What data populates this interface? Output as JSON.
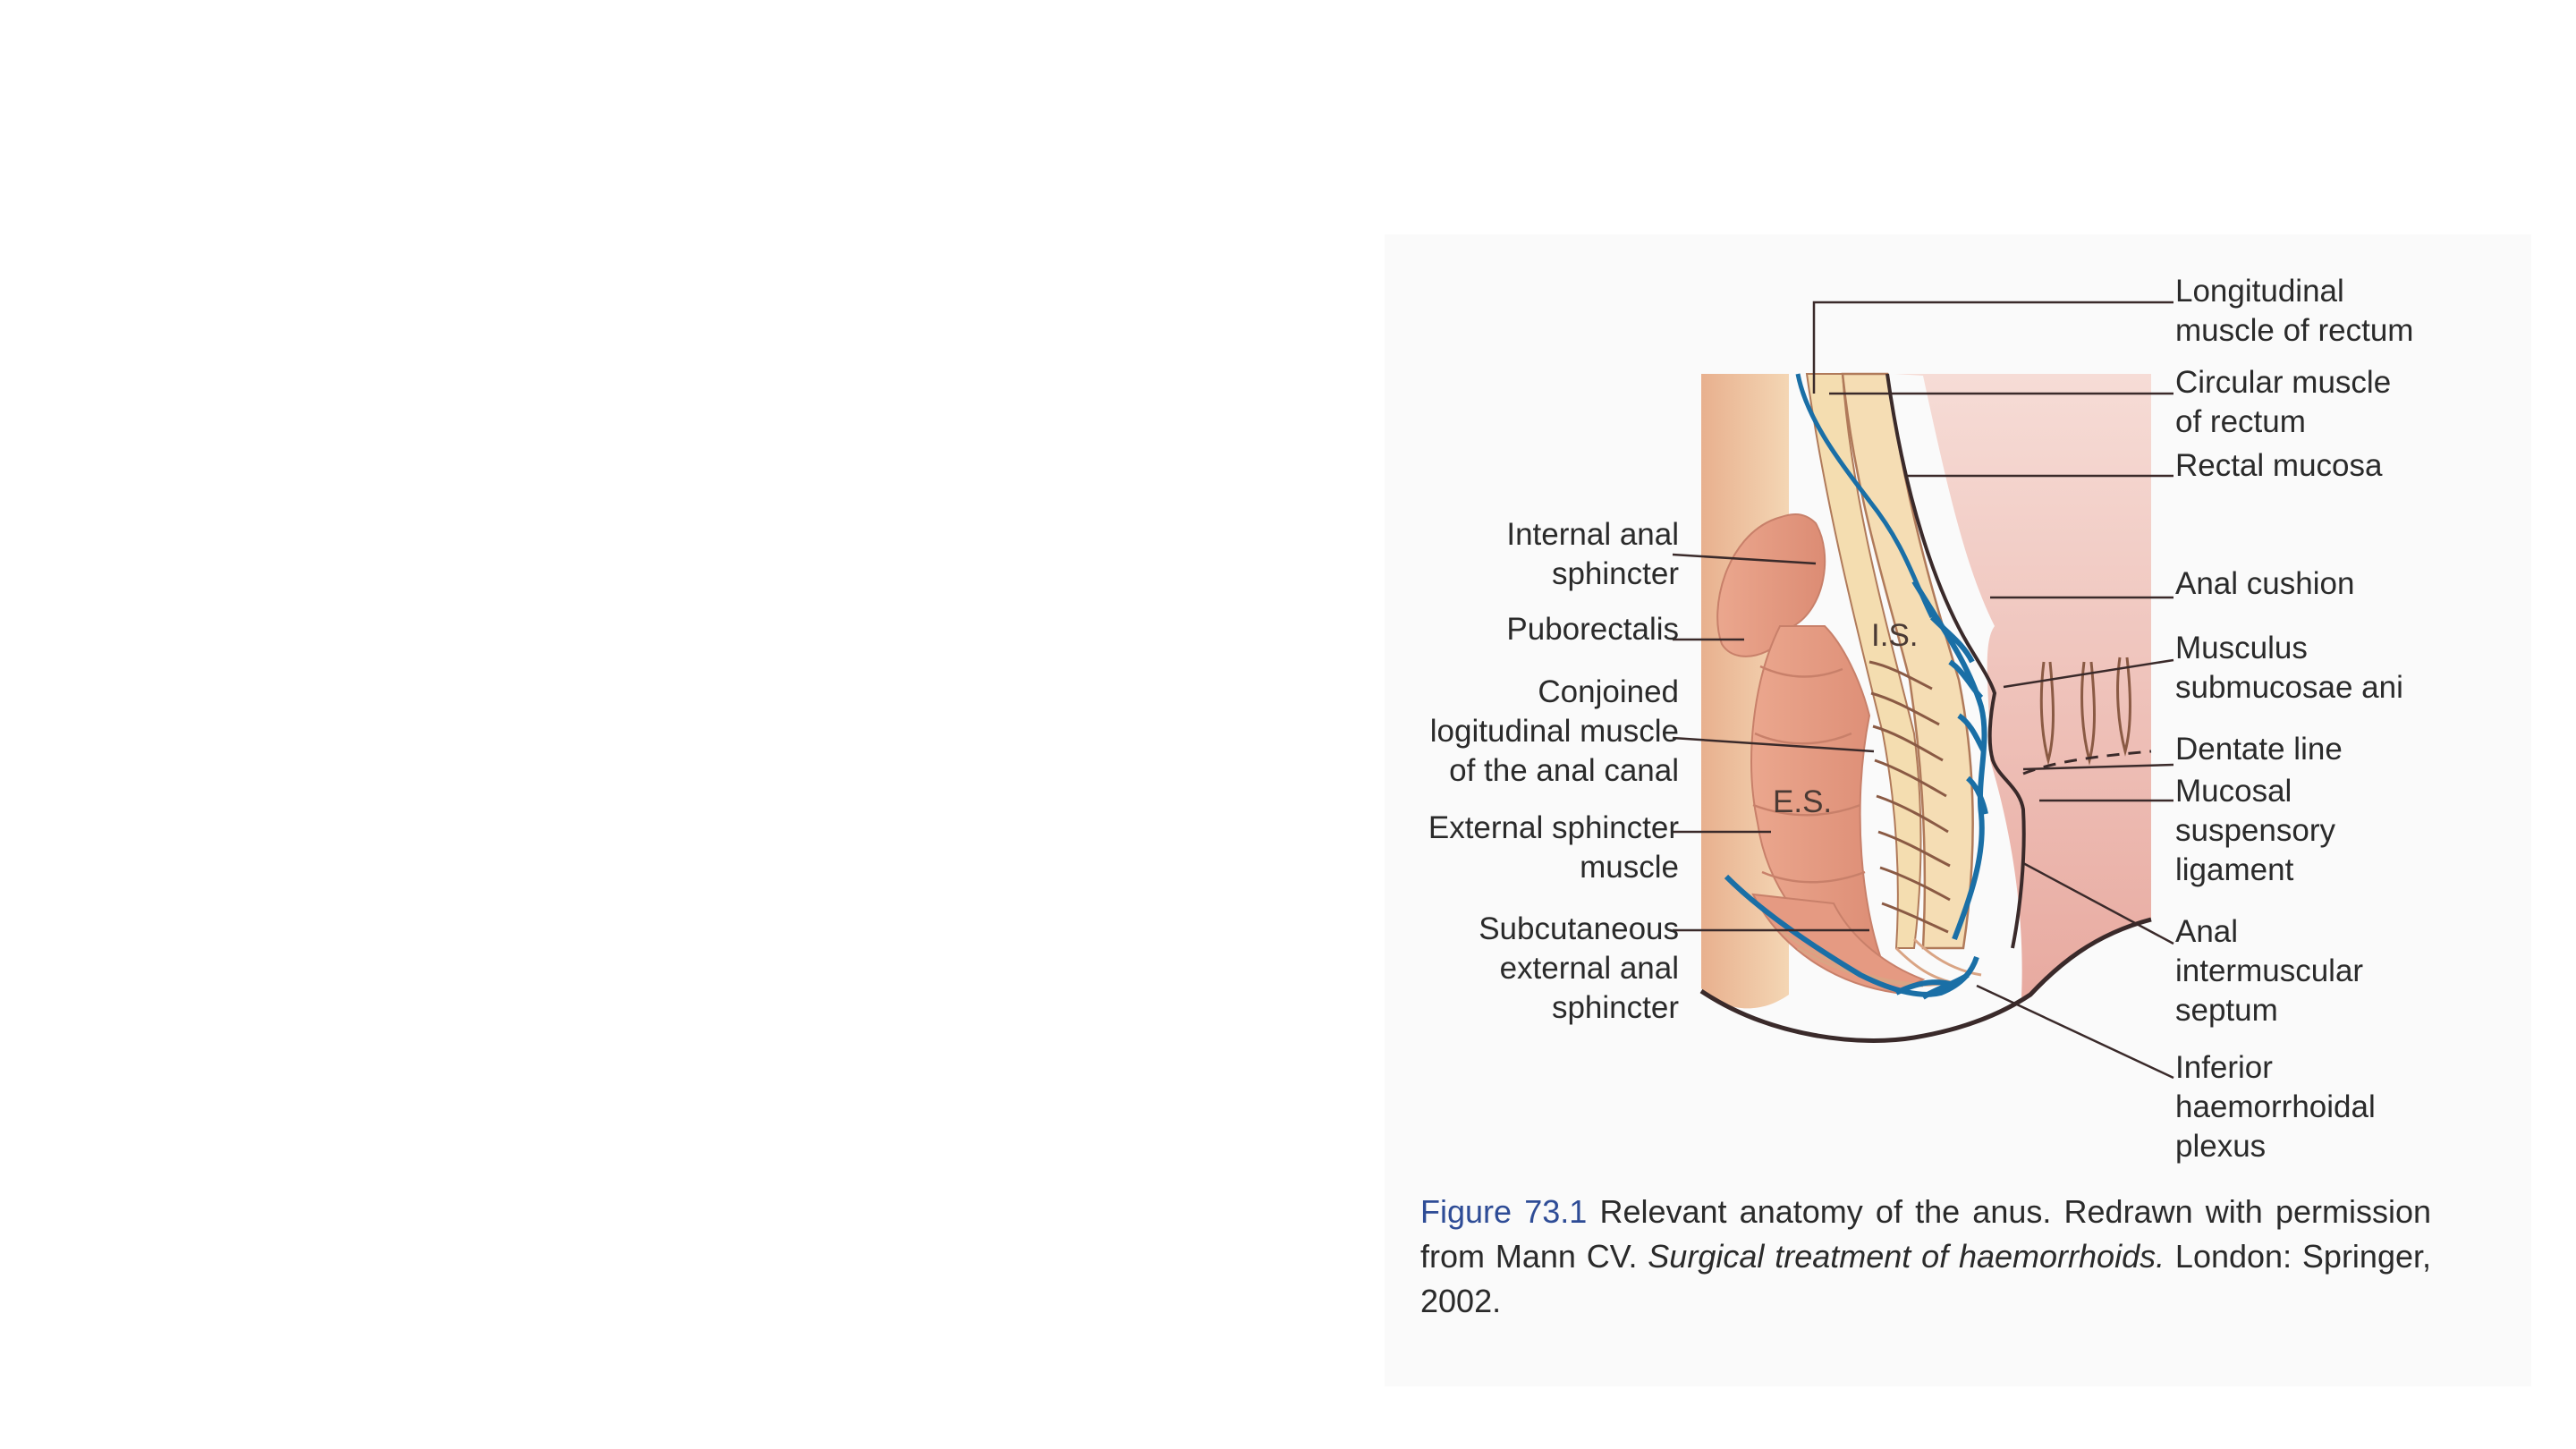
{
  "labels_left": {
    "internal_anal_sphincter": "Internal anal\nsphincter",
    "puborectalis": "Puborectalis",
    "conjoined_longitudinal": "Conjoined\nlogitudinal muscle\nof the anal canal",
    "external_sphincter": "External sphincter\nmuscle",
    "subcutaneous_external": "Subcutaneous\nexternal anal\nsphincter"
  },
  "labels_right": {
    "longitudinal_muscle": "Longitudinal\nmuscle of rectum",
    "circular_muscle": "Circular muscle\nof rectum",
    "rectal_mucosa": "Rectal mucosa",
    "anal_cushion": "Anal cushion",
    "musculus_submucosae": "Musculus\nsubmucosae ani",
    "dentate_line": "Dentate line",
    "mucosal_suspensory": "Mucosal\nsuspensory\nligament",
    "anal_intermuscular": "Anal\nintermuscular\nseptum",
    "inferior_plexus": "Inferior\nhaemorrhoidal\nplexus"
  },
  "inner_labels": {
    "is": "I.S.",
    "es": "E.S."
  },
  "caption": {
    "figure_number": "Figure 73.1",
    "text_a": " Relevant anatomy of the anus. Redrawn with permission from Mann CV. ",
    "title_italic": "Surgical treatment of haemorrhoids.",
    "text_b": " London: Springer, 2002."
  },
  "colors": {
    "panel_bg": "#fafafa",
    "skin_tan": "#f1c9a3",
    "muscle_salmon": "#e9a088",
    "mucosa_pink": "#f0c6c0",
    "vessel_blue": "#1a6fa6",
    "figure_number": "#2e4c96"
  }
}
